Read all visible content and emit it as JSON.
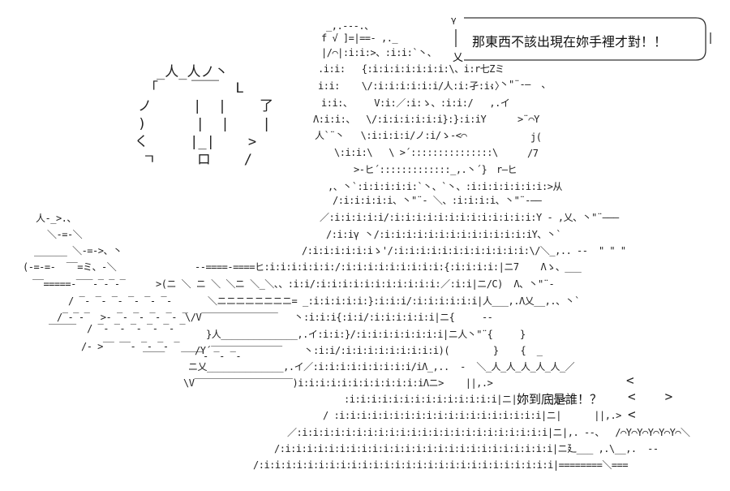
{
  "speech_top": "那東西不該出現在妳手裡才對！！",
  "speech_bottom": "妳到底是誰！？",
  "shout": {
    "col1": [
      "_人_人ノ丶",
      "「    ￣￣  L",
      "ノ     |  |    了",
      ")      |  |    |",
      "く     |_|    >",
      "ㄱ     ロ    /"
    ]
  },
  "art": {
    "l01": "_,.-‐-.、",
    "l02": "f √ ]=|==- ,._",
    "l03": "|/⌒|:i:i:>、:i:i:`丶、",
    "l04": ".i:i:   {:i:i:i:i:i:i:i:\\、i:r七Zミ",
    "l05": "i:i:    \\/:i:i:i:i:i:i/人:i:孑:i:〉",
    "l06": "i:i:、    V:i:／:i:ゝ、:i:i:/   ,.イ",
    "l07": "Λ:i:i:、  \\/:i:i:i:i:i:i}:}:i:iΥ",
    "l08": "人`¨丶   \\:i:i:i:i/ノ:i/ゝ-<⌒",
    "l09": "\\:i:i:\\   \\ >´:::::::::::::::\\",
    "l10": ">-ヒ´:::::::::::::_,.丶´}",
    "l11": ",、丶`:i:i:i:i:i:`丶、`丶、:i:i:i:i:i:i:i:>从",
    "l12": "/:i:i:i:i:i、丶\"¨‐ ＼、:i:i:i:i、丶\"¨‐――",
    "l13": "／:i:i:i:i:i/:i:i:i:i:i:i:i:i:i:i:i:i:i:Y - ,乂、丶\"¨―――",
    "l14": "/:i:iγ 丶/:i:i:i:i:i:i:i:i:i:i:i:i:i:iY、丶`",
    "l15": "/:i:i:i:i:i:iゝ'/:i:i:i:i:i:i:i:i:i:i:i:i:\\/＼_,.. --  \" \" \"",
    "l16": "--====-====ヒ:i:i:i:i:i:i:/:i:i:i:i:i:i:i:i:i:{:i:i:i:i:|ニ7    Λゝ、___",
    "l17": ">(ニ ＼ ニ ＼ ＼ニ ＼_＼、、:i:i/:i:i:i:i:i:i:i:i:i:i:i:／:i:i|ニ/C)  Λ、丶\"¨‐",
    "l18": "＼ニニニニニニニニ= _:i:i:i:i:i:}:i:i:i/:i:i:i:i:i:i|人___,.Λ乂__,.、丶`",
    "l19": "\\/V‾‾‾‾‾‾‾‾‾‾‾‾‾‾   丶:i:i:i{:i:i/:i:i:i:i:i:i|ニ{     --",
    "l20": "}人______________,.イ:i:i:}/:i:i:i:i:i:i:i:i|ニ人丶\"¨{     }",
    "l21": "/Y´‾‾‾‾‾‾‾‾‾‾‾‾‾    丶:i:i/:i:i:i:i:i:i:i:i:i)(        }    {  _",
    "l22": "ニ乂______________,.イ／:i:i:i:i:i:i:i:i:i/iΛ_,..  -  ＼_人_人_人_人_人_／",
    "l23": "\\V‾‾‾‾‾‾‾‾‾‾‾‾‾‾‾‾‾‾)i:i:i:i:i:i:i:i:i:i:i:iΛニ>    ||,.>",
    "l24": ":i:i:i:i:i:i:i:i:i:i:i:i:i:i|ニ|      ||<",
    "l25": "/ :i:i:i:i:i:i:i:i:i:i:i:i:i:i:i:i:i:i:i|ニ|      ||,.>",
    "l26": "／:i:i:i:i:i:i:i:i:i:i:i:i:i:i:i:i:i:i:i:i:i:i:i|ニ|,. --、  /⌒Y⌒Y⌒Y⌒Y⌒Y⌒＼",
    "l27": "/:i:i:i:i:i:i:i:i:i:i:i:i:i:i:i:i:i:i:i:i:i:i:i:i:i|ニ廴___ ,.\\__,.  --",
    "l28": "/:i:i:i:i:i:i:i:i:i:i:i:i:i:i:i:i:i:i:i:i:i:i:i:i:i:i:i|========＼===",
    "r01": "、丶\"¨‐―  、",
    "r02": ">¨⌒Υ",
    "r03": "j(",
    "r04": "/7",
    "r05": "r―ヒ",
    "w01": "人-_>.、",
    "w02": "＼-=-＼",
    "w03": "______ ＼-=->、丶",
    "w04": "(-=-=-  ‾‾=ミ、-＼",
    "w05": "‾‾=====-‾‾‾-‾-‾-‾",
    "w06": "/ ‾- ‾- ‾- ‾- ‾- ‾-",
    "w07": "/‾-‾-‾  >- ‾- ‾- ‾- ‾- ‾",
    "w08": "‾‾‾‾‾  / ‾- ‾- ‾- ‾- ‾- ‾",
    "w09": "/- >‾‾ ‾‾- ‾- ‾- ‾",
    "w10": "‾‾‾‾   ‾‾‾‾- ‾- ‾-",
    "b01": "<",
    "b02": "<    >",
    "b03": "<"
  },
  "bubble_marks": {
    "top_left_mark": "γ",
    "top_bottom_mark": "乂"
  }
}
